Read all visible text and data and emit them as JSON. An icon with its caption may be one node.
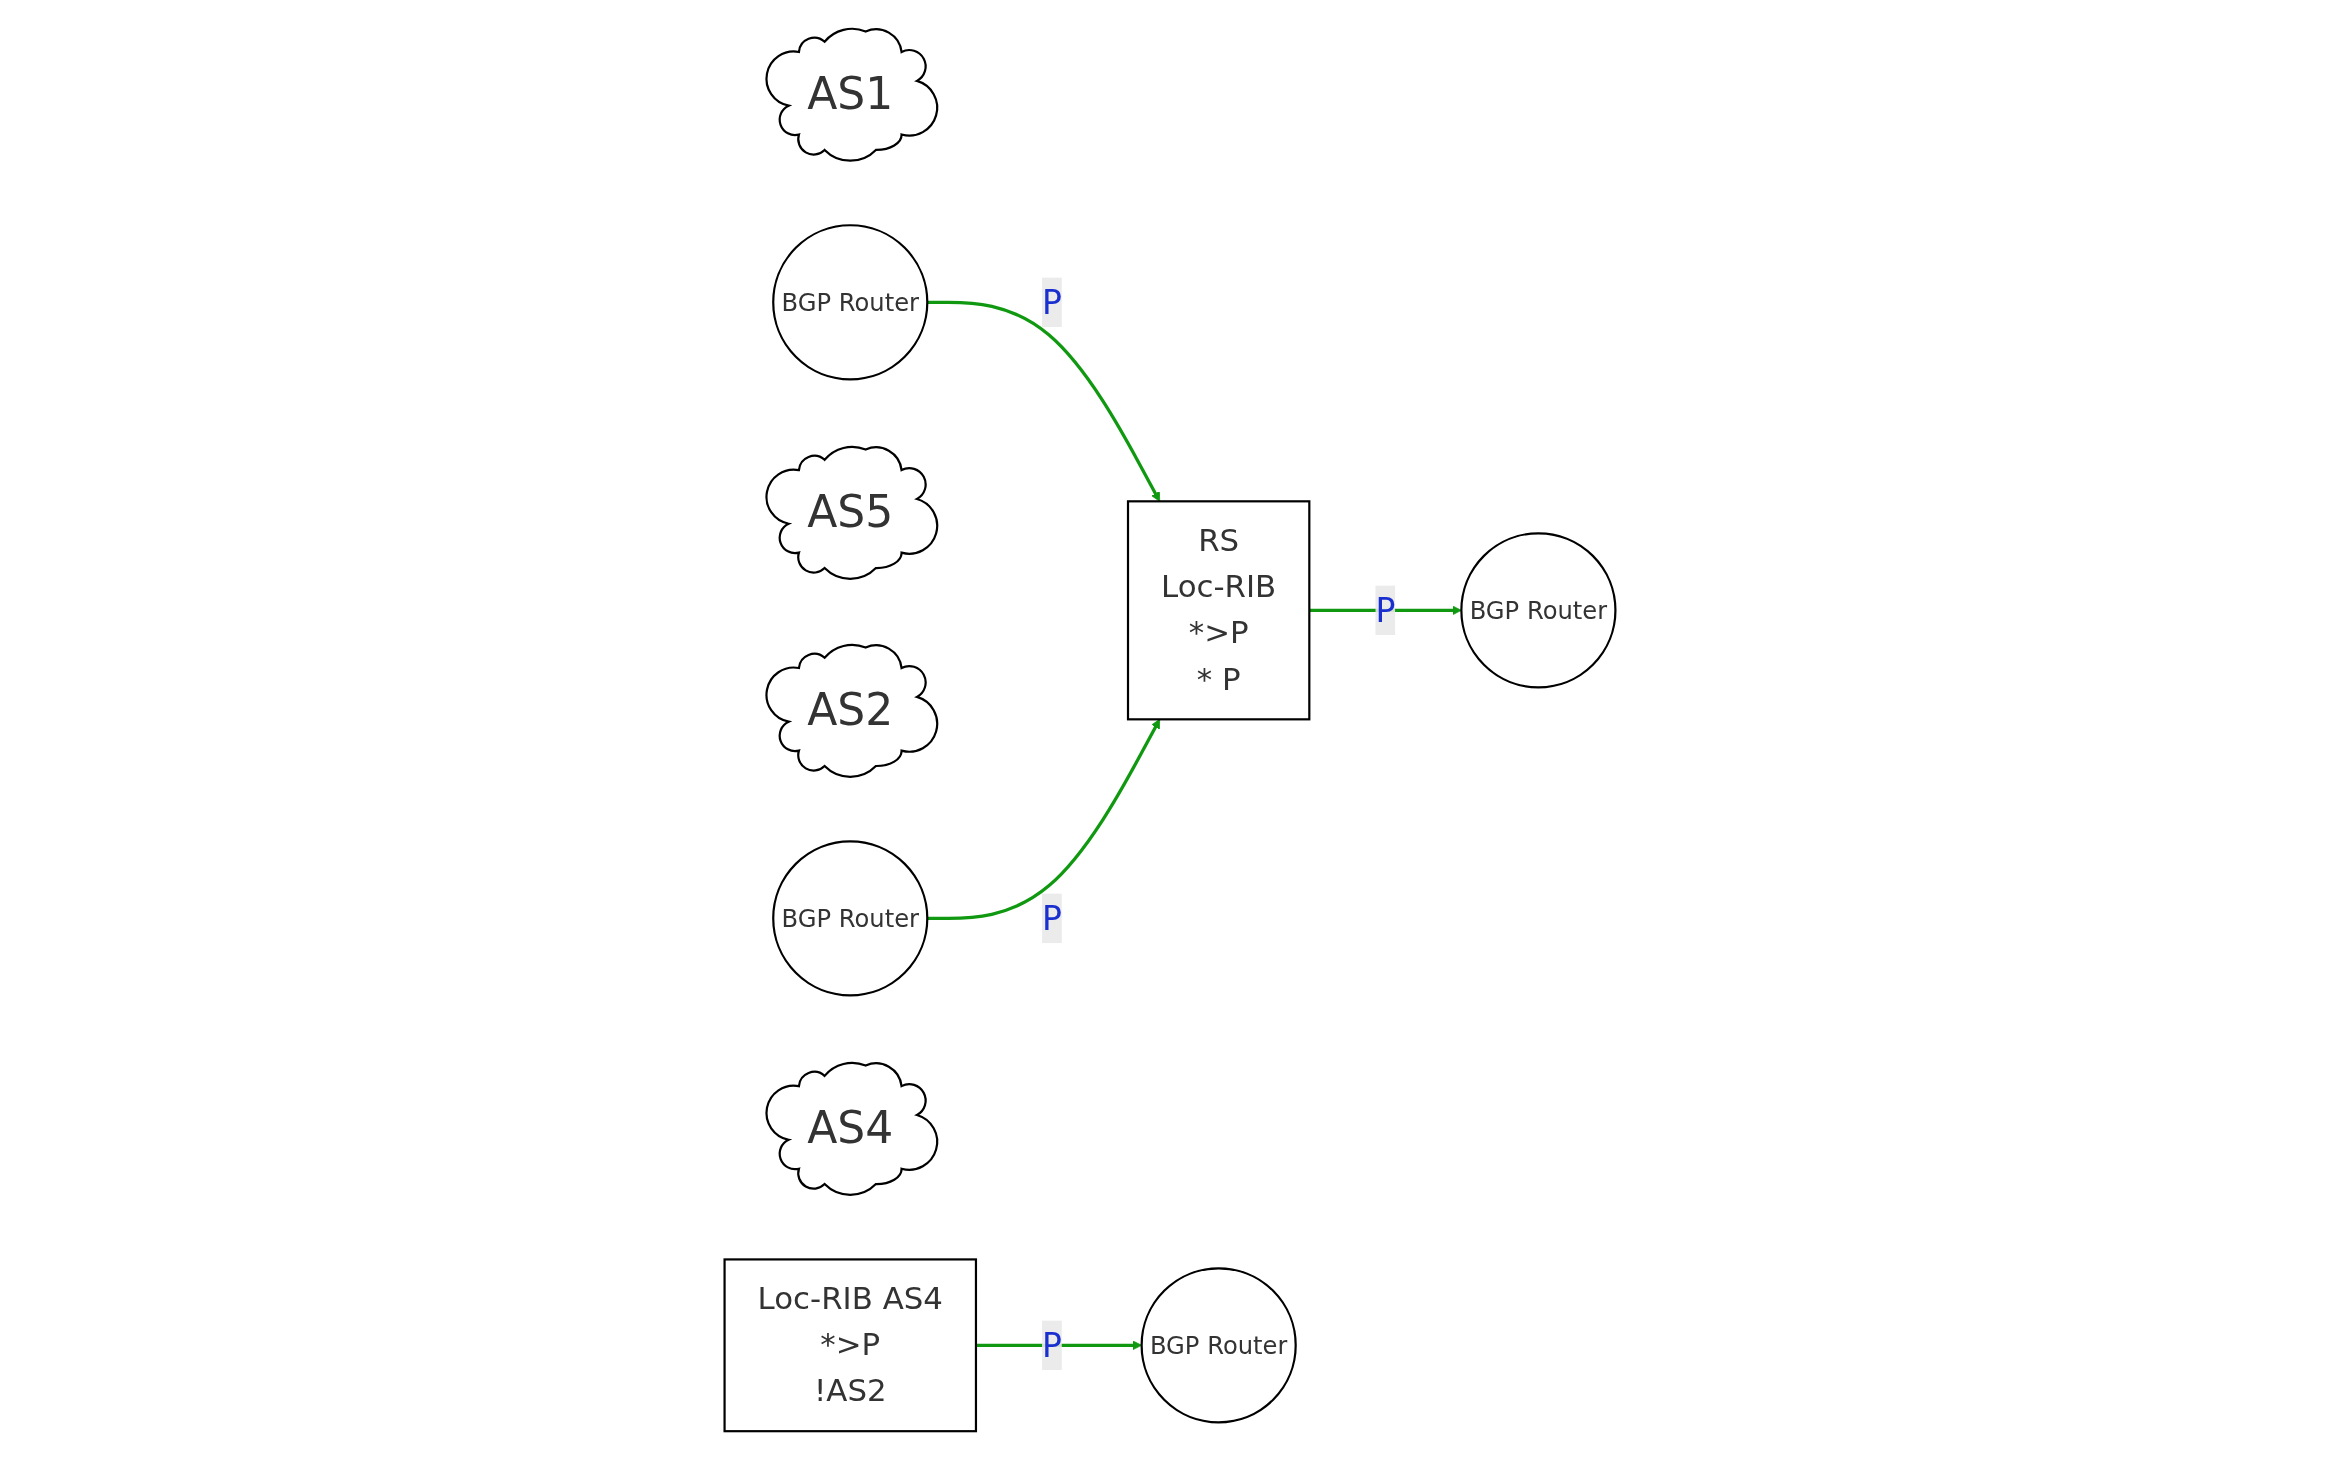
{
  "diagram": {
    "nodes": [
      {
        "text": [
          "AS1"
        ]
      },
      {
        "text": [
          "BGP Router"
        ]
      },
      {
        "text": [
          "AS5"
        ]
      },
      {
        "text": [
          "BGP Router"
        ]
      },
      {
        "text": [
          "RS",
          "Loc-RIB",
          "*>P",
          "* P"
        ]
      },
      {
        "text": [
          "AS2"
        ]
      },
      {
        "text": [
          "BGP Router"
        ]
      },
      {
        "text": [
          "AS4"
        ]
      },
      {
        "text": [
          "BGP Router"
        ]
      },
      {
        "text": [
          "Loc-RIB AS4",
          "*>P",
          "!AS2"
        ]
      }
    ],
    "edges": [
      {
        "from": 1,
        "to": 4,
        "arrow": "to",
        "label": "P"
      },
      {
        "from": 6,
        "to": 4,
        "arrow": "to",
        "label": "P"
      },
      {
        "from": 4,
        "to": 3,
        "arrow": "to",
        "label": "P"
      },
      {
        "from": 9,
        "to": 8,
        "arrow": "to",
        "label": "P"
      }
    ]
  }
}
